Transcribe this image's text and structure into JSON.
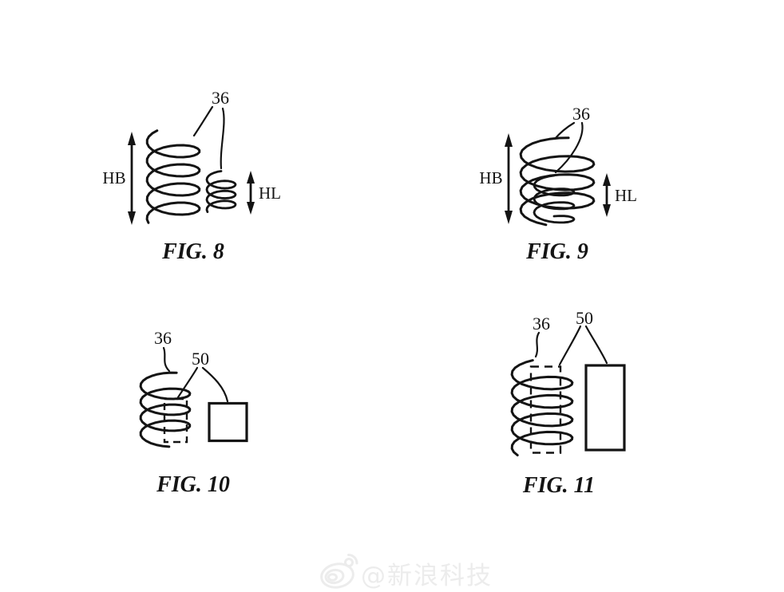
{
  "sheet": {
    "background": "#ffffff",
    "ink": "#141414"
  },
  "figures": {
    "fig8": {
      "caption": "FIG. 8",
      "ref36": "36",
      "dim_big": "HB",
      "dim_small": "HL"
    },
    "fig9": {
      "caption": "FIG. 9",
      "ref36": "36",
      "dim_big": "HB",
      "dim_small": "HL"
    },
    "fig10": {
      "caption": "FIG. 10",
      "ref36": "36",
      "ref50": "50"
    },
    "fig11": {
      "caption": "FIG. 11",
      "ref36": "36",
      "ref50": "50"
    }
  },
  "watermark": {
    "handle": "@新浪科技",
    "icon": "weibo-logo-icon",
    "color": "#ececec"
  }
}
